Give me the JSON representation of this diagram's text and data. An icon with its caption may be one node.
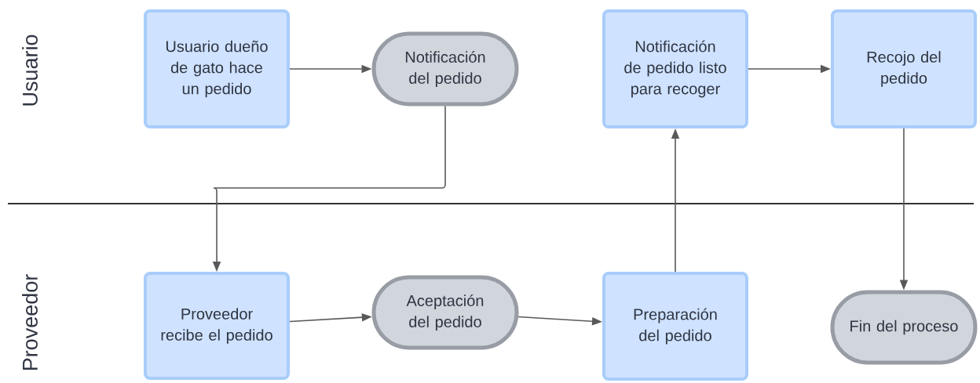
{
  "diagram": {
    "nodes": [
      {
        "text": [
          "Usuario dueño de gato hace un pedido"
        ]
      },
      {
        "text": [
          "Notificación del pedido"
        ]
      },
      {
        "text": [
          "Notificación de pedido listo para recoger"
        ]
      },
      {
        "text": [
          "Recojo del pedido"
        ]
      },
      {
        "text": [
          "Proveedor recibe el pedido"
        ]
      },
      {
        "text": [
          "Aceptación del pedido"
        ]
      },
      {
        "text": [
          "Preparación del pedido"
        ]
      },
      {
        "text": [
          "Fin del proceso"
        ]
      }
    ],
    "edges": [
      {
        "from": 0,
        "to": 1,
        "arrow": "to"
      },
      {
        "from": 1,
        "to": 4,
        "arrow": "to"
      },
      {
        "from": 4,
        "to": 5,
        "arrow": "to"
      },
      {
        "from": 5,
        "to": 6,
        "arrow": "to"
      },
      {
        "from": 6,
        "to": 2,
        "arrow": "to"
      },
      {
        "from": 2,
        "to": 3,
        "arrow": "to"
      },
      {
        "from": 3,
        "to": 7,
        "arrow": "to"
      }
    ],
    "labels": [
      "Usuario",
      "Proveedor"
    ]
  }
}
